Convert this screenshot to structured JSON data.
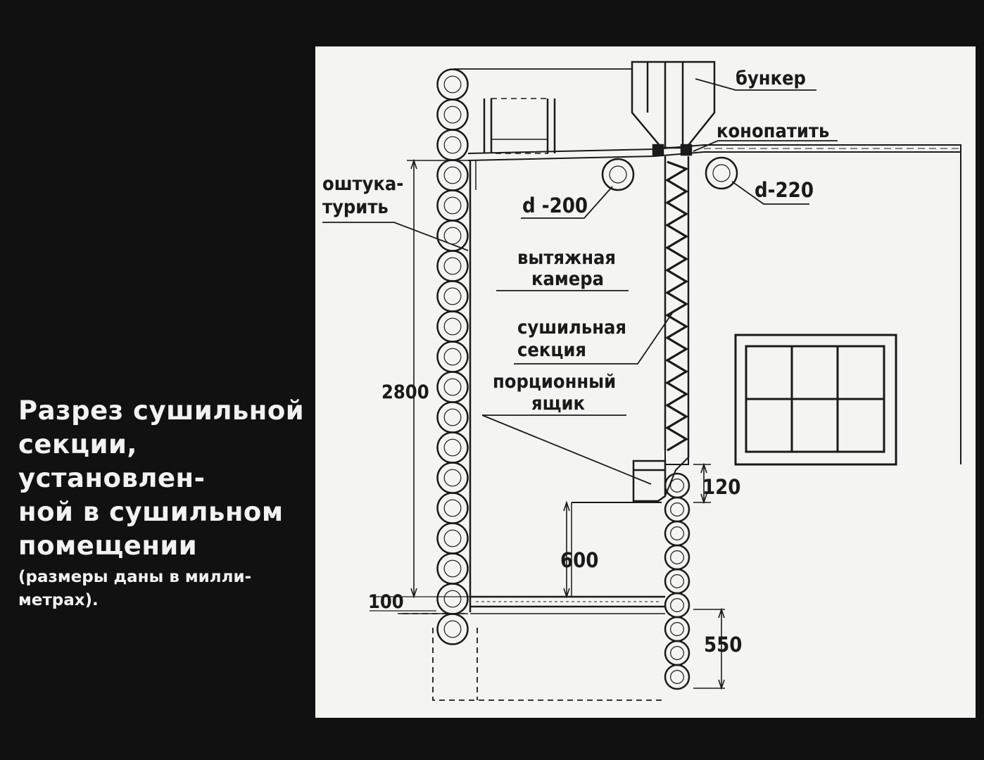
{
  "caption": {
    "title_lines": [
      "Разрез сушильной",
      "секции, установлен-",
      "ной в сушильном",
      "помещении"
    ],
    "note_lines": [
      "(размеры даны в милли-",
      "метрах)."
    ]
  },
  "labels": {
    "hopper": "бункер",
    "caulk": "конопатить",
    "plaster_1": "оштука-",
    "plaster_2": "турить",
    "d200": "d -200",
    "d220": "d-220",
    "exhaust_1": "вытяжная",
    "exhaust_2": "камера",
    "drying_1": "сушильная",
    "drying_2": "секция",
    "portion_1": "порционный",
    "portion_2": "ящик"
  },
  "dimensions": {
    "height_total": "2800",
    "gap_top": "120",
    "box_height": "600",
    "floor": "100",
    "foundation": "550"
  }
}
